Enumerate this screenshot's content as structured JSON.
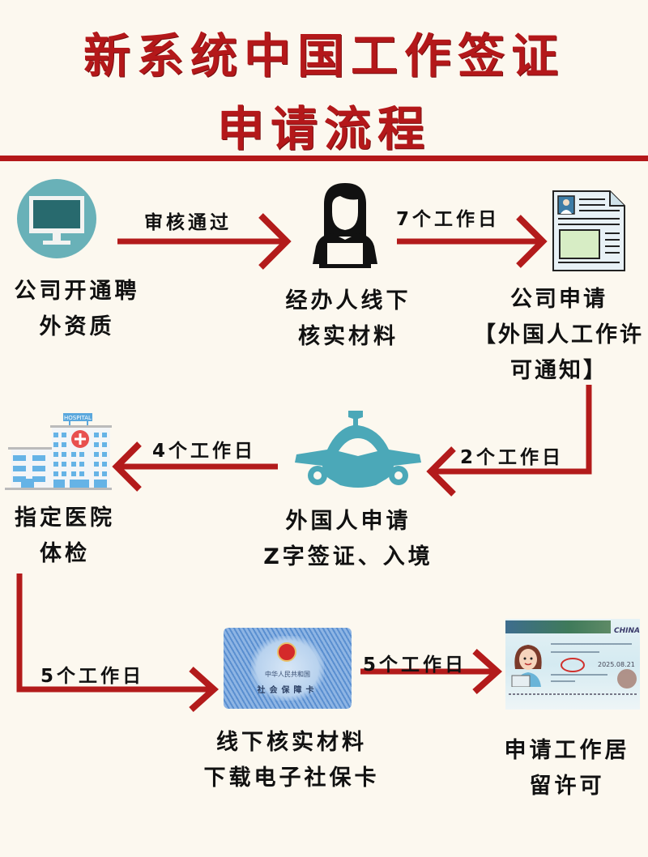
{
  "title": {
    "line1": "新系统中国工作签证",
    "line2": "申请流程"
  },
  "colors": {
    "title_red": "#b4181a",
    "arrow_red": "#b31b1b",
    "icon_teal": "#4ba8b8",
    "background": "#fcf8ef"
  },
  "nodes": [
    {
      "id": "company-qualification",
      "icon": "monitor-icon",
      "lines": [
        "公司开通聘",
        "外资质"
      ]
    },
    {
      "id": "agent-verify",
      "icon": "agent-person-laptop-icon",
      "lines": [
        "经办人线下",
        "核实材料"
      ]
    },
    {
      "id": "company-apply",
      "icon": "document-icon",
      "lines": [
        "公司申请",
        "【外国人工作许",
        "可通知】"
      ]
    },
    {
      "id": "foreigner-apply-visa",
      "icon": "airplane-icon",
      "lines": [
        "外国人申请",
        "Z字签证、入境"
      ]
    },
    {
      "id": "hospital-checkup",
      "icon": "hospital-icon",
      "icon_text": "HOSPITAL",
      "lines": [
        "指定医院",
        "体检"
      ]
    },
    {
      "id": "social-security",
      "icon": "social-security-card-icon",
      "card_text": [
        "中华人民共和国",
        "社会保障卡"
      ],
      "lines": [
        "线下核实材料",
        "下载电子社保卡"
      ]
    },
    {
      "id": "residence-permit",
      "icon": "residence-permit-card-icon",
      "card_text": [
        "CHINA",
        "2025.08.21"
      ],
      "lines": [
        "申请工作居",
        "留许可"
      ]
    }
  ],
  "edges": [
    {
      "from": "company-qualification",
      "to": "agent-verify",
      "label": "审核通过"
    },
    {
      "from": "agent-verify",
      "to": "company-apply",
      "label": "7个工作日"
    },
    {
      "from": "company-apply",
      "to": "foreigner-apply-visa",
      "label": "2个工作日"
    },
    {
      "from": "foreigner-apply-visa",
      "to": "hospital-checkup",
      "label": "4个工作日"
    },
    {
      "from": "hospital-checkup",
      "to": "social-security",
      "label": "5个工作日"
    },
    {
      "from": "social-security",
      "to": "residence-permit",
      "label": "5个工作日"
    }
  ]
}
